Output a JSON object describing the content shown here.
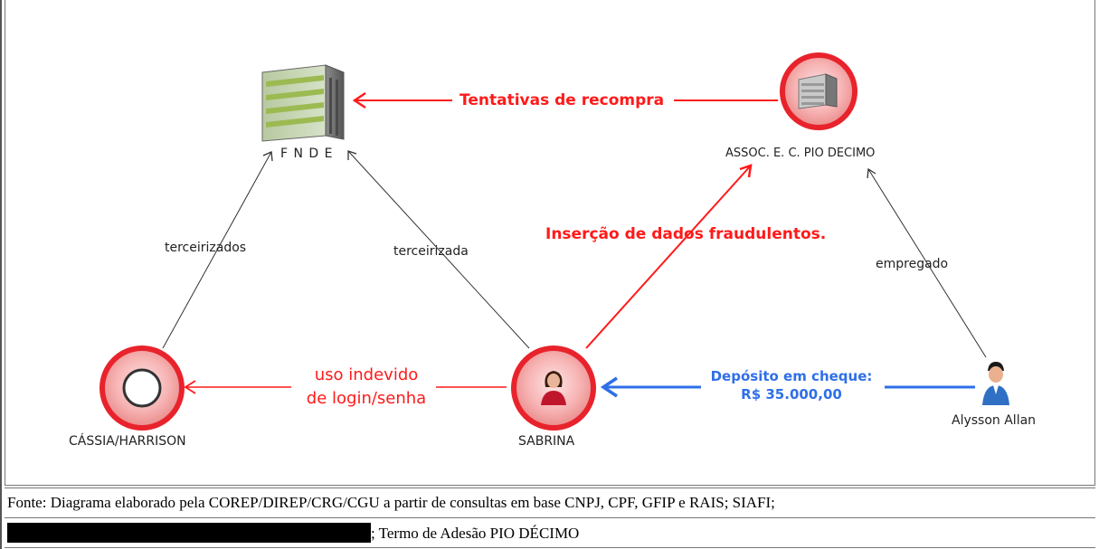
{
  "nodes": {
    "fnde": {
      "label": "F N D E",
      "icon": "building-icon"
    },
    "assoc": {
      "label": "ASSOC. E. C. PIO DECIMO",
      "icon": "building-icon"
    },
    "cassia": {
      "label": "CÁSSIA/HARRISON",
      "icon": "empty-circle-icon"
    },
    "sabrina": {
      "label": "SABRINA",
      "icon": "woman-icon"
    },
    "alysson": {
      "label": "Alysson Allan",
      "icon": "man-icon"
    }
  },
  "edges": {
    "recompra": "Tentativas de recompra",
    "insercao": "Inserção de dados fraudulentos.",
    "uso_line1": "uso indevido",
    "uso_line2": "de login/senha",
    "deposito_line1": "Depósito em cheque:",
    "deposito_line2": "R$ 35.000,00",
    "terceirizados": "terceirizados",
    "terceirizada": "terceirizada",
    "empregado": "empregado"
  },
  "caption": {
    "line1": "Fonte: Diagrama elaborado pela COREP/DIREP/CRG/CGU a partir de consultas em base CNPJ, CPF, GFIP e RAIS; SIAFI;",
    "line2": "; Termo de Adesão PIO DÉCIMO"
  },
  "colors": {
    "red": "#ff1a1a",
    "blue": "#2f6fe8",
    "node_ring": "#e8232c"
  }
}
